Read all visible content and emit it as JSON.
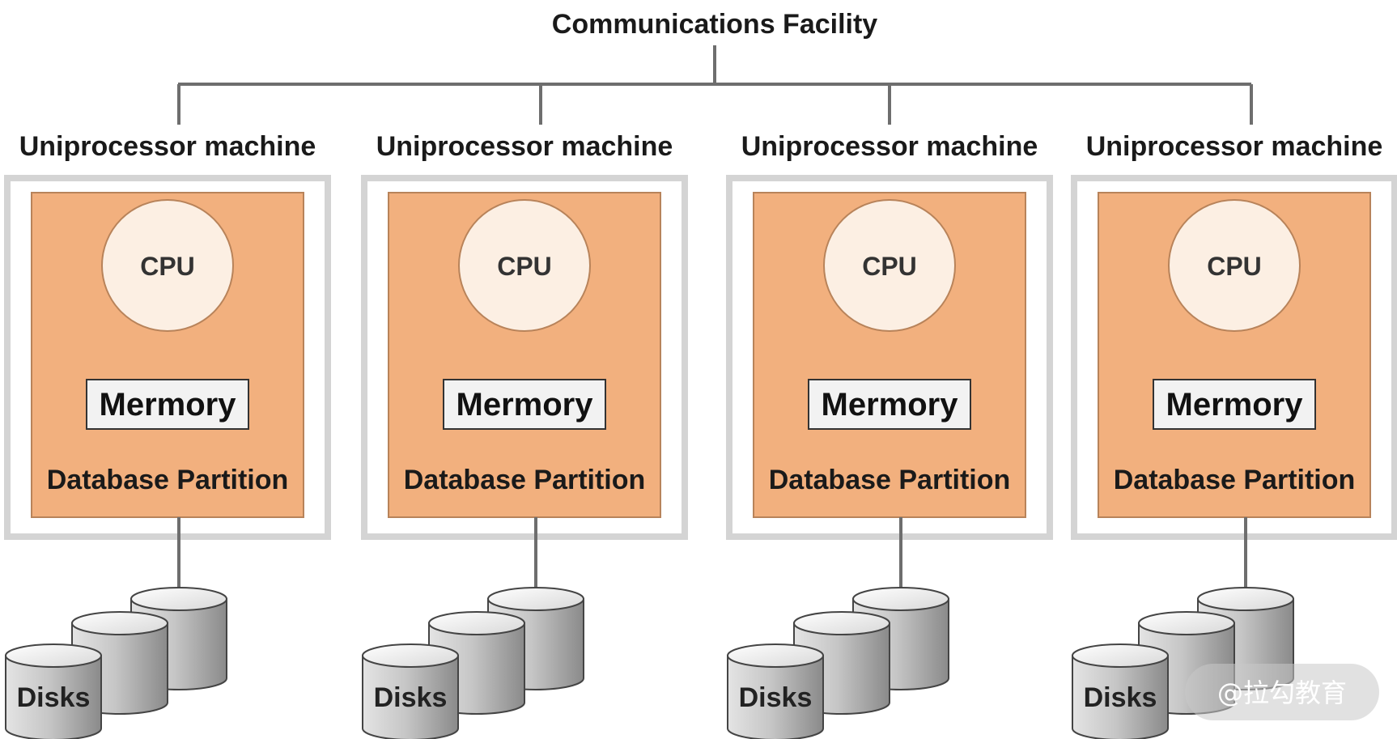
{
  "title": "Communications Facility",
  "machines": [
    {
      "label": "Uniprocessor machine",
      "cpu": "CPU",
      "memory": "Mermory",
      "partition": "Database Partition",
      "disks": "Disks"
    },
    {
      "label": "Uniprocessor machine",
      "cpu": "CPU",
      "memory": "Mermory",
      "partition": "Database Partition",
      "disks": "Disks"
    },
    {
      "label": "Uniprocessor machine",
      "cpu": "CPU",
      "memory": "Mermory",
      "partition": "Database Partition",
      "disks": "Disks"
    },
    {
      "label": "Uniprocessor machine",
      "cpu": "CPU",
      "memory": "Mermory",
      "partition": "Database Partition",
      "disks": "Disks"
    }
  ],
  "watermark": "@拉勾教育",
  "colors": {
    "bus_line": "#6e6e6e",
    "machine_border": "#d4d4d4",
    "partition_fill": "#f2b07e",
    "partition_border": "#b8835a",
    "cpu_fill": "#fcefe3",
    "cpu_border": "#b8835a",
    "memory_fill": "#f2f2f2",
    "memory_border": "#333333",
    "disk_light": "#f0f0f0",
    "disk_dark": "#8e8e8e"
  }
}
